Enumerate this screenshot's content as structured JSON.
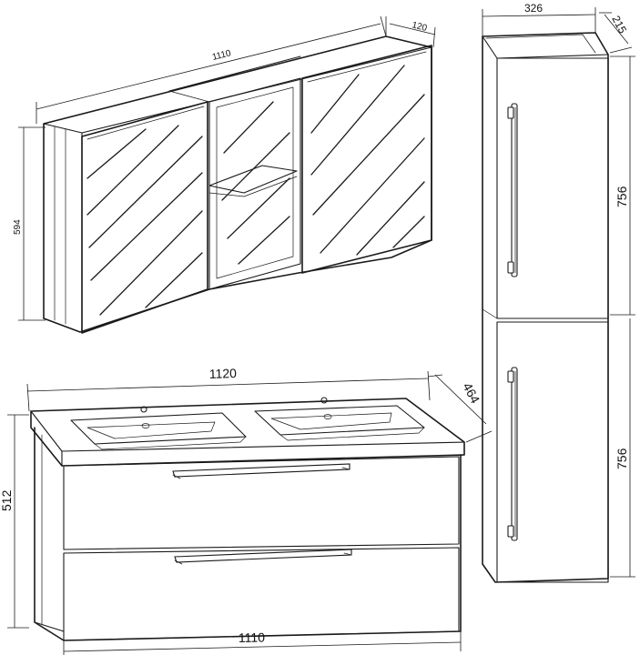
{
  "dimensions": {
    "mirror_cabinet": {
      "width": "1110",
      "depth": "120",
      "height": "594"
    },
    "tall_cabinet": {
      "width": "326",
      "depth": "215",
      "upper_height": "756",
      "lower_height": "756"
    },
    "vanity": {
      "top_width": "1120",
      "top_depth": "464",
      "height": "512",
      "base_width": "1110"
    }
  }
}
